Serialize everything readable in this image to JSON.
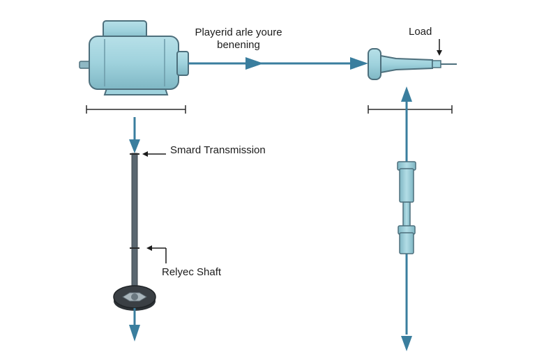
{
  "labels": {
    "top_line1": "Playerid arle youre",
    "top_line2": "benening",
    "load": "Load",
    "transmission": "Smard Transmission",
    "shaft": "Relyec Shaft"
  },
  "colors": {
    "arrow": "#3a7e9e",
    "component_fill": "#9fd2dd",
    "component_stroke": "#4d6f7c",
    "rod": "#5a6770",
    "disc": "#3a3f44",
    "text": "#1b1b1b"
  }
}
